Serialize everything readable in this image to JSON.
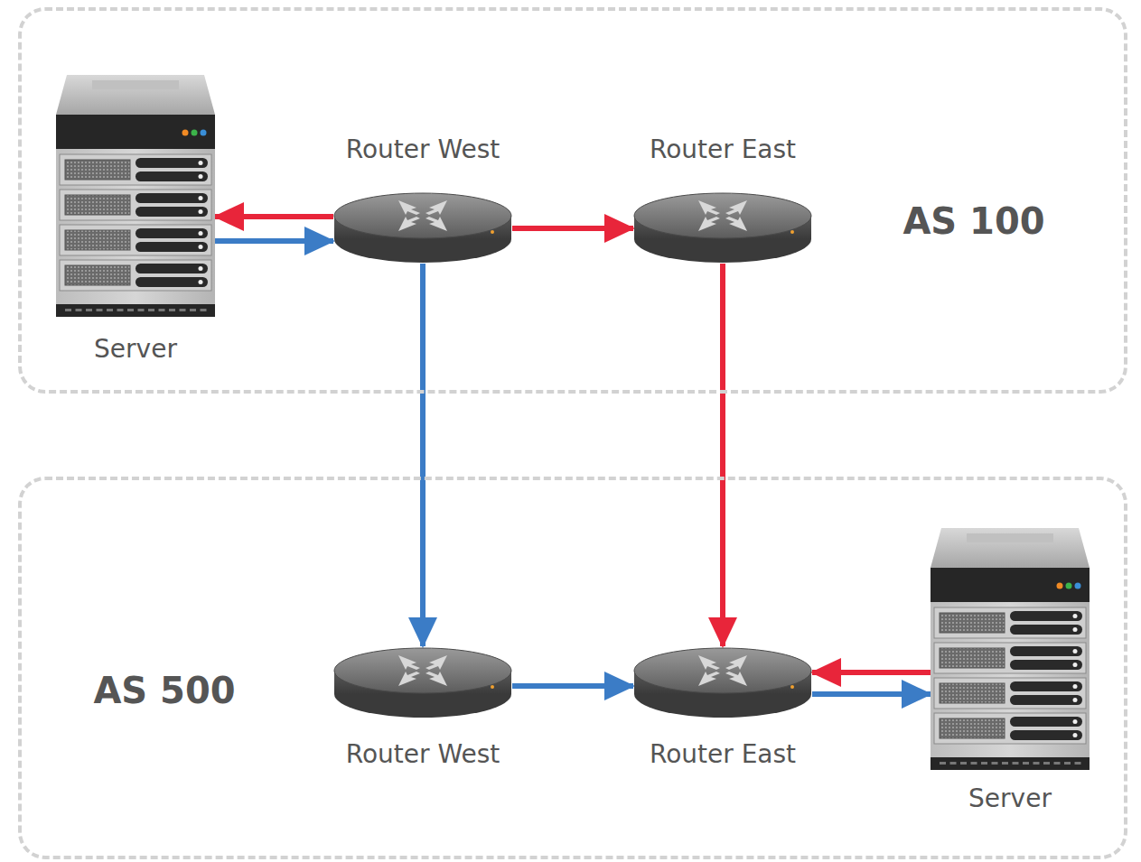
{
  "diagram": {
    "nodes": [
      {
        "text": [
          "AS 100"
        ]
      },
      {
        "text": [
          "Server"
        ],
        "in": 0
      },
      {
        "text": [
          "Router West"
        ],
        "in": 0
      },
      {
        "text": [
          "Router East"
        ],
        "in": 0
      },
      {
        "text": [
          "AS 500"
        ]
      },
      {
        "text": [
          "Router West"
        ],
        "in": 4
      },
      {
        "text": [
          "Router East"
        ],
        "in": 4
      },
      {
        "text": [
          "Server"
        ],
        "in": 4
      }
    ],
    "edges": [
      {
        "from": 2,
        "to": 1,
        "arrow": "to"
      },
      {
        "from": 1,
        "to": 2,
        "arrow": "to"
      },
      {
        "from": 2,
        "to": 3,
        "arrow": "to"
      },
      {
        "from": 3,
        "to": 6,
        "arrow": "to"
      },
      {
        "from": 2,
        "to": 5,
        "arrow": "to"
      },
      {
        "from": 5,
        "to": 6,
        "arrow": "to"
      },
      {
        "from": 7,
        "to": 6,
        "arrow": "to"
      },
      {
        "from": 6,
        "to": 7,
        "arrow": "to"
      }
    ]
  }
}
